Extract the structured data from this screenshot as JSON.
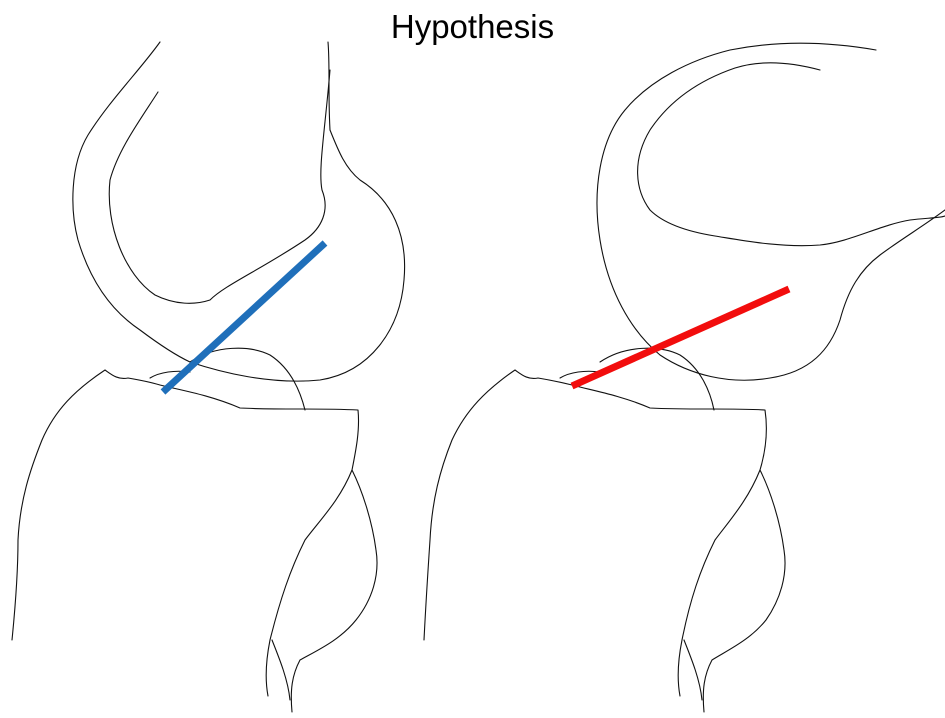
{
  "title": "Hypothesis",
  "panels": [
    {
      "id": "left",
      "line_color": "#1f6fba"
    },
    {
      "id": "right",
      "line_color": "#f20d0d"
    }
  ]
}
